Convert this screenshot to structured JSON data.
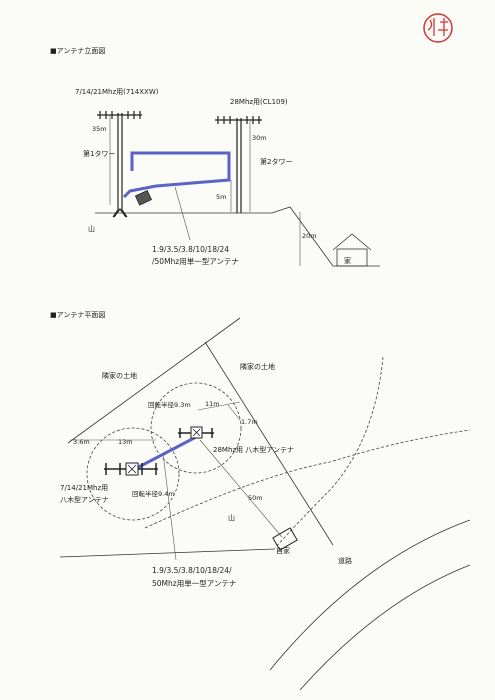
{
  "colors": {
    "antenna": "#5b63c8",
    "ink": "#222222",
    "stamp": "#d33434"
  },
  "stamp": {
    "text": "松本"
  },
  "elevation": {
    "title": "■アンテナ立面図",
    "antenna1_label": "7/14/21Mhz用(714XXW)",
    "antenna2_label": "28Mhz用(CL109)",
    "tower1_height": "35m",
    "tower1_name": "第1タワー",
    "tower2_height": "30m",
    "tower2_name": "第2タワー",
    "wire_low_height": "5m",
    "mountain": "山",
    "slope_height": "20m",
    "house": "家",
    "wire_antenna_line1": "1.9/3.5/3.8/10/18/24",
    "wire_antenna_line2": "/50Mhz用単一型アンテナ"
  },
  "plan": {
    "title": "■アンテナ平面図",
    "neighbor_left": "隣家の土地",
    "neighbor_right": "隣家の土地",
    "radius1": "回転半径9.3m",
    "radius2": "回転半径9.4m",
    "dist_11m": "11m",
    "dist_1_7m": "1.7m",
    "dist_13m": "13m",
    "dist_3_6m": "3.6m",
    "antenna28": "28Mhz用 八木型アンテナ",
    "antenna_yagi_line1": "7/14/21Mhz用",
    "antenna_yagi_line2": "八木型アンテナ",
    "dist_50m": "50m",
    "mountain": "山",
    "own_house": "自家",
    "road": "道路",
    "wire_antenna_line1": "1.9/3.5/3.8/10/18/24/",
    "wire_antenna_line2": "50Mhz用単一型アンテナ"
  }
}
